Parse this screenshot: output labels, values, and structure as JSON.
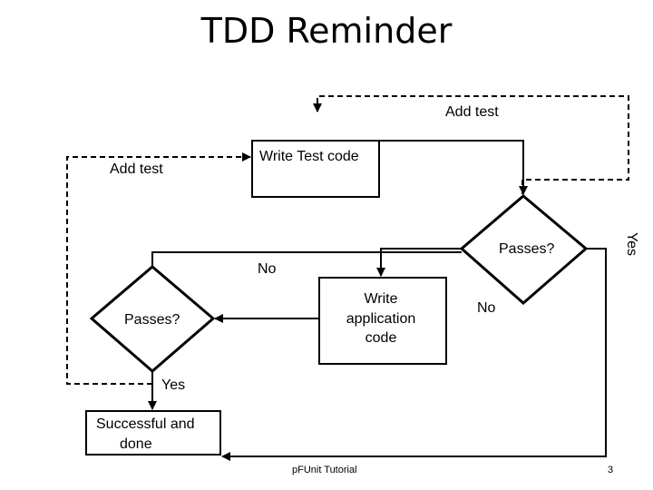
{
  "title": "TDD Reminder",
  "nodes": {
    "write_test": "Write Test code",
    "passes_right": "Passes?",
    "write_app_line1": "Write",
    "write_app_line2": "application",
    "write_app_line3": "code",
    "passes_left": "Passes?",
    "done_line1": "Successful and",
    "done_line2": "done"
  },
  "edges": {
    "add_test_top": "Add test",
    "add_test_left": "Add test",
    "yes_right": "Yes",
    "no_top": "No",
    "no_right": "No",
    "yes_bottom": "Yes"
  },
  "footer": {
    "source": "pFUnit Tutorial",
    "page": "3"
  }
}
